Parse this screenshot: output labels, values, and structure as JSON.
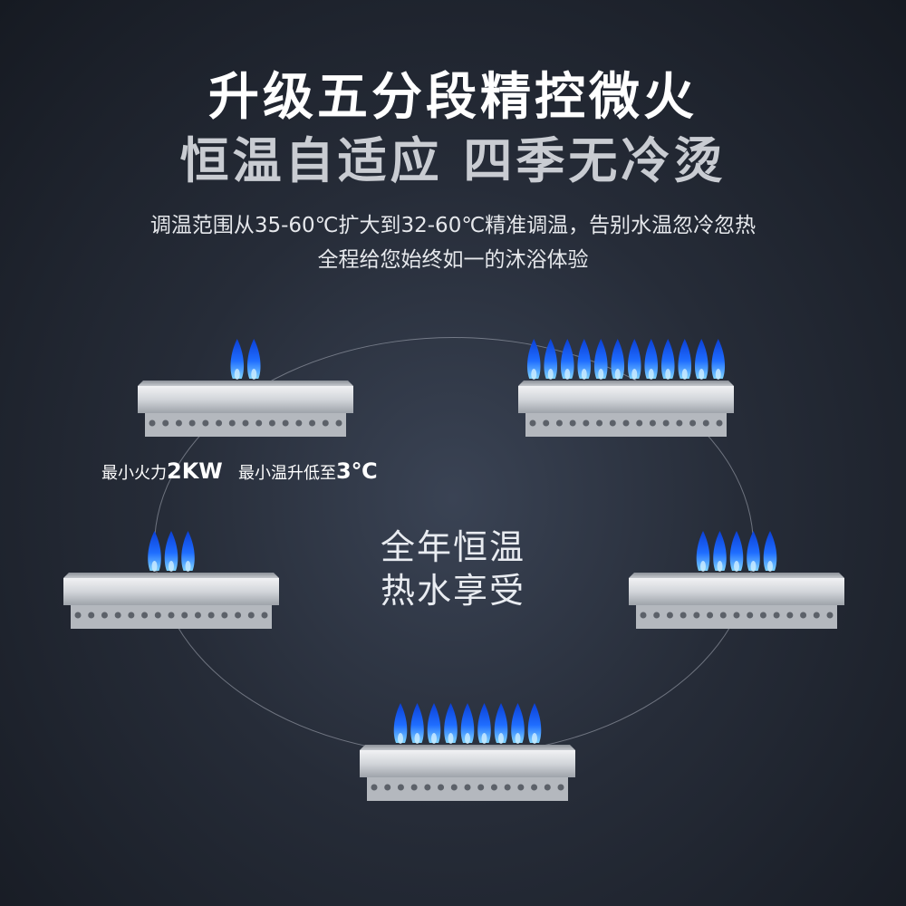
{
  "headline": {
    "line1": "升级五分段精控微火",
    "line2": "恒温自适应 四季无冷烫"
  },
  "description": {
    "line1": "调温范围从35-60℃扩大到32-60℃精准调温，告别水温忽冷忽热",
    "line2": "全程给您始终如一的沐浴体验"
  },
  "min_note": {
    "prefix1": "最小火力",
    "value1": "2KW",
    "prefix2": "最小温升低至",
    "value2": "3℃"
  },
  "center": {
    "line1": "全年恒温",
    "line2": "热水享受"
  },
  "burners": [
    {
      "name": "burner-top-left",
      "flames": 2
    },
    {
      "name": "burner-top-right",
      "flames": 12
    },
    {
      "name": "burner-mid-left",
      "flames": 3
    },
    {
      "name": "burner-mid-right",
      "flames": 5
    },
    {
      "name": "burner-bottom",
      "flames": 9
    }
  ],
  "colors": {
    "flame_outer": "#1f6dff",
    "flame_inner": "#7fd4ff",
    "metal": "#d7dade"
  }
}
